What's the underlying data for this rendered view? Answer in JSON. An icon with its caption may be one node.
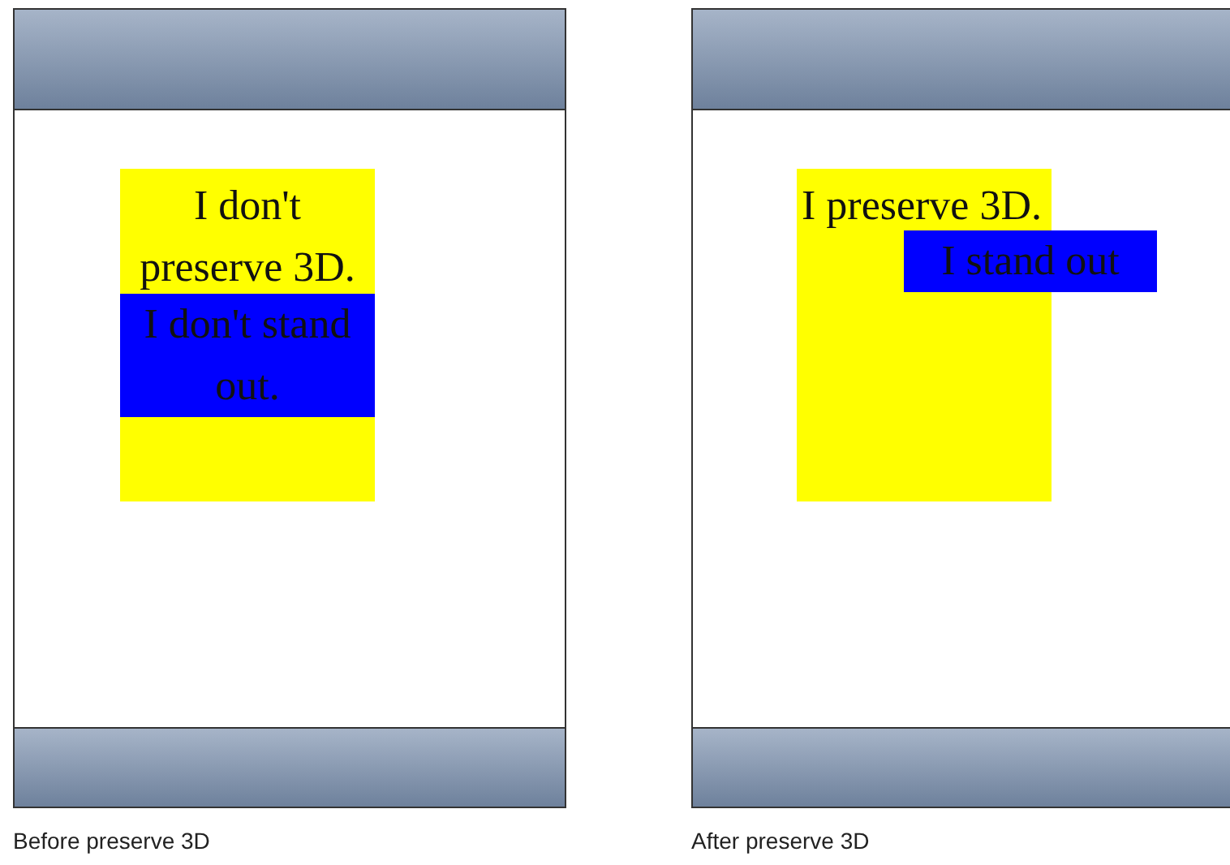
{
  "diagram": {
    "nodes": [
      {
        "text": [
          "I don't preserve 3D."
        ]
      },
      {
        "text": [
          "I don't stand out."
        ],
        "in": 0
      },
      {
        "text": [
          "I preserve 3D."
        ]
      },
      {
        "text": [
          "I stand out"
        ]
      }
    ],
    "labels": [
      "Before preserve 3D",
      "After preserve 3D"
    ]
  }
}
